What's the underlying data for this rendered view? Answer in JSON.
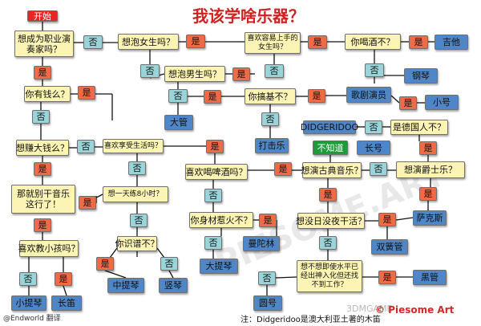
{
  "title": "我该学啥乐器？",
  "watermark": "PIESOME.ART",
  "logo_text": "© Piesome Art",
  "logo2_text": "3DMGAME",
  "credit": "@Endworld 翻译",
  "footnote": "注：Didgeridoo是澳大利亚土著的木笛",
  "nodes": {
    "start": "开始",
    "q_career": "想成为职业演奏家吗？",
    "no_1": "否",
    "q_girls": "想泡女生吗？",
    "yes_1": "是",
    "q_easy": "喜欢容易上手的女生吗？",
    "yes_2": "是",
    "q_drink": "你喝酒不？",
    "yes_3": "是",
    "i_guitar": "吉他",
    "yes_4": "是",
    "q_rich": "你有钱么？",
    "no_2": "否",
    "no_3": "否",
    "q_boys": "想泡男生吗？",
    "yes_5": "是",
    "i_piano": "钢琴",
    "no_4": "否",
    "q_money": "想赚大钱么？",
    "no_5": "否",
    "q_attention": "喜欢享受生活吗？",
    "yes_6": "是",
    "no_6": "否",
    "i_tuba": "大管",
    "no_7": "否",
    "q_funny": "你搞基不？",
    "yes_7": "是",
    "i_opera": "歌剧演员",
    "yes_8": "是",
    "i_trumpet": "小号",
    "yes_9": "是",
    "i_drums": "打击乐",
    "i_didg": "DIDGERIDOO",
    "no_8": "否",
    "q_german": "是德国人不？",
    "unknown": "不知道",
    "i_horn": "长号",
    "yes_10": "是",
    "a_sing": "那就别干音乐这行了！",
    "no_9": "否",
    "q_beer": "喜欢喝啤酒吗？",
    "yes_11": "是",
    "q_classical": "想演古典音乐？",
    "no_10": "否",
    "q_jazz": "想演爵士乐？",
    "yes_12": "是",
    "q_8hours": "想一天练8小时？",
    "no_11": "否",
    "yes_13": "是",
    "i_sax": "萨克斯",
    "yes_14": "是",
    "no_12": "否",
    "q_stamina": "你身材惹火不？",
    "yes_15": "是",
    "q_free": "想没日没夜干活？",
    "yes_16": "是",
    "q_kids": "喜欢教小孩吗？",
    "q_read": "你识谱不？",
    "i_mandolin": "曼陀林",
    "no_13": "否",
    "i_bassoon": "双簧管",
    "i_bass": "大提琴",
    "q_nothing": "想不想即使水平已经出神入化但还找不到工作？",
    "no_14": "否",
    "yes_17": "是",
    "i_clarinet": "黑管",
    "yes_18": "是",
    "no_15": "否",
    "yes_19": "是",
    "i_viola": "中提琴",
    "i_cello": "竖琴",
    "no_16": "否",
    "i_violin": "小提琴",
    "i_flute": "长笛",
    "i_oboe": "圆号"
  }
}
